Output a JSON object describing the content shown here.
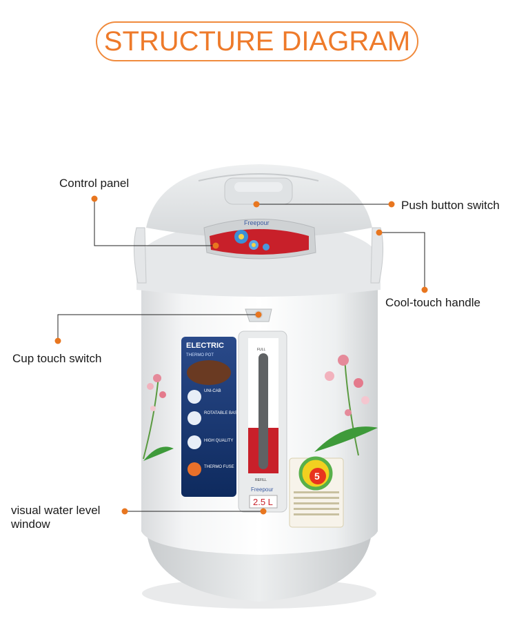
{
  "title": "STRUCTURE DIAGRAM",
  "labels": {
    "control_panel": "Control panel",
    "push_button": "Push button switch",
    "cool_touch": "Cool-touch handle",
    "cup_touch": "Cup touch switch",
    "water_window": "visual water level window"
  },
  "product": {
    "brand": "Freepour",
    "panel_title": "ELECTRIC",
    "panel_subtitle": "THERMO POT",
    "features": [
      "UNI-CAB",
      "ROTATABLE BASE",
      "HIGH QUALITY",
      "THERMO FUSE"
    ],
    "capacity": "2.5 L",
    "gauge_top": "FULL",
    "gauge_bottom": "REFILL",
    "energy_label": "5"
  },
  "colors": {
    "accent": "#ee7a2a",
    "marker": "#e8761f",
    "line": "#222222",
    "red": "#c8202a"
  }
}
